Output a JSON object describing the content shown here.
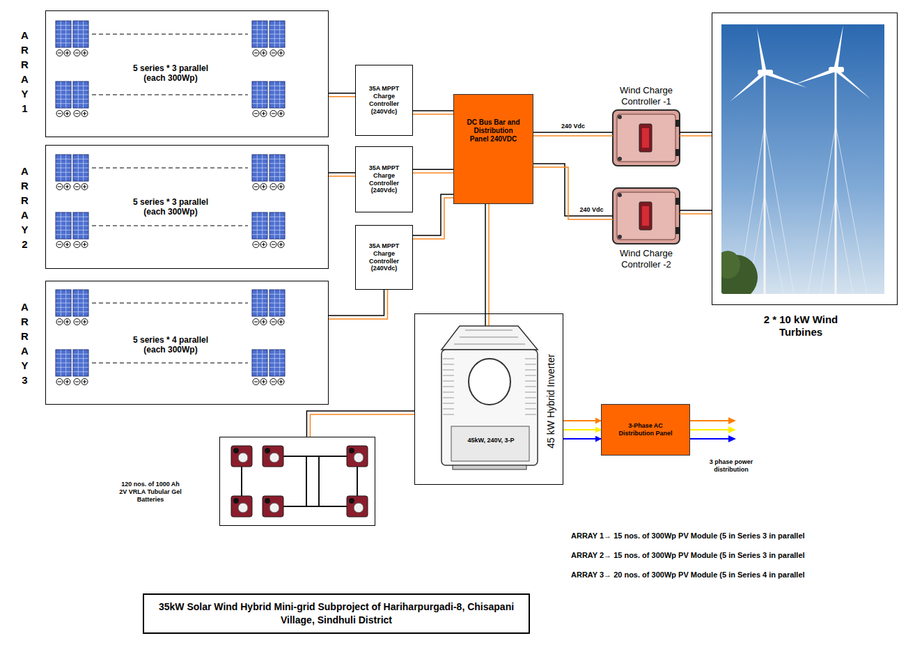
{
  "diagram": {
    "title": "35kW Solar Wind Hybrid Mini-grid Subproject of Hariharpurgadi-8, Chisapani Village, Sindhuli District",
    "nodes": [
      {
        "text": [
          "A R R A Y 1",
          "5 series * 3 parallel (each 300Wp)"
        ]
      },
      {
        "text": [
          "A R R A Y 2",
          "5 series * 3 parallel (each 300Wp)"
        ]
      },
      {
        "text": [
          "A R R A Y 3",
          "5 series * 4 parallel (each 300Wp)"
        ]
      },
      {
        "text": [
          "35A MPPT Charge Controller (240Vdc)"
        ]
      },
      {
        "text": [
          "35A MPPT Charge Controller (240Vdc)"
        ]
      },
      {
        "text": [
          "35A MPPT Charge Controller (240Vdc)"
        ]
      },
      {
        "text": [
          "DC Bus Bar and Distribution Panel 240VDC"
        ]
      },
      {
        "text": [
          "Wind Charge Controller -1"
        ]
      },
      {
        "text": [
          "Wind Charge Controller -2"
        ]
      },
      {
        "text": [
          "2 * 10 kW Wind Turbines"
        ]
      },
      {
        "text": [
          "45 kW Hybrid Inverter",
          "45kW, 240V, 3-P"
        ]
      },
      {
        "text": [
          "3-Phase AC Distribution Panel"
        ]
      },
      {
        "text": [
          "120 nos. of 1000 Ah 2V VRLA Tubular Gel Batteries"
        ]
      }
    ],
    "edges": [
      {
        "from": 0,
        "to": 3,
        "arrow": "none"
      },
      {
        "from": 1,
        "to": 4,
        "arrow": "none"
      },
      {
        "from": 2,
        "to": 5,
        "arrow": "none"
      },
      {
        "from": 3,
        "to": 6,
        "arrow": "none"
      },
      {
        "from": 4,
        "to": 6,
        "arrow": "none"
      },
      {
        "from": 5,
        "to": 6,
        "arrow": "none"
      },
      {
        "from": 6,
        "to": 7,
        "label": "240 Vdc",
        "arrow": "none"
      },
      {
        "from": 6,
        "to": 8,
        "label": "240 Vdc",
        "arrow": "none"
      },
      {
        "from": 7,
        "to": 9,
        "arrow": "none"
      },
      {
        "from": 8,
        "to": 9,
        "arrow": "none"
      },
      {
        "from": 6,
        "to": 10,
        "arrow": "none"
      },
      {
        "from": 12,
        "to": 10,
        "arrow": "none"
      },
      {
        "from": 10,
        "to": 11,
        "arrow": "to"
      }
    ],
    "labels": [
      "3 phase power distribution",
      "ARRAY 1→ 15 nos. of 300Wp PV Module (5 in Series 3 in parallel",
      "ARRAY 2→ 15 nos. of 300Wp PV Module (5 in Series 3 in parallel",
      "ARRAY 3→ 20 nos. of 300Wp PV Module (5 in Series 4 in parallel"
    ]
  }
}
